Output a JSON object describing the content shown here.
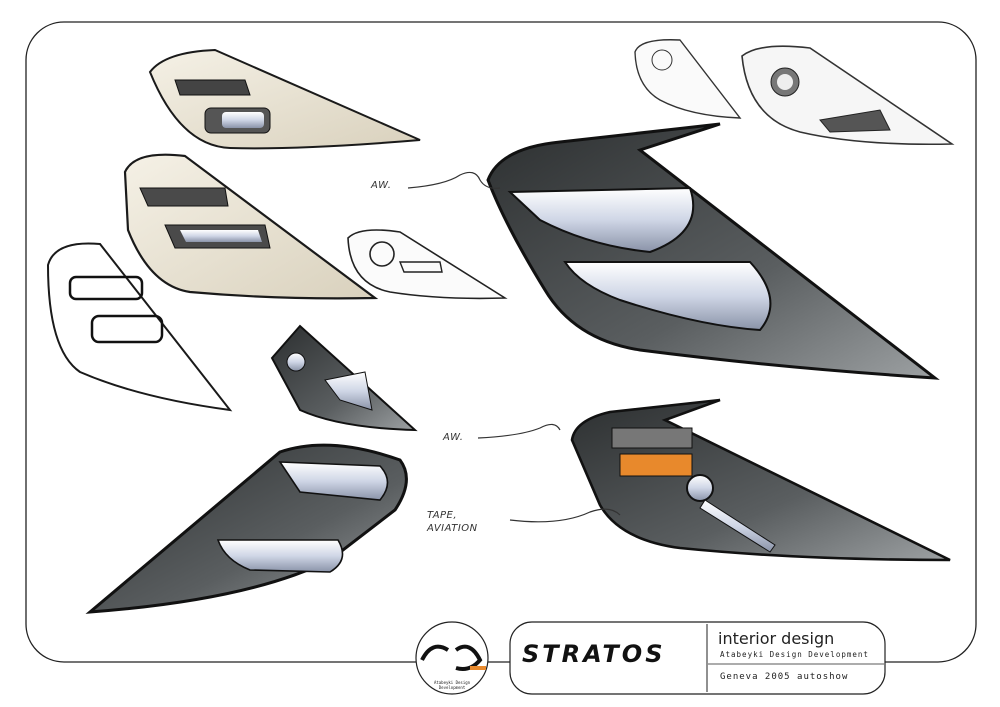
{
  "annotations": {
    "upper_note": "AW.",
    "lower_note": "AW.",
    "tape_note_line1": "TAPE,",
    "tape_note_line2": "AVIATION"
  },
  "title_block": {
    "logo_text": "AD",
    "logo_caption": "Atabeyki Design Development",
    "brand_wordmark": "STRATOS",
    "heading": "interior design",
    "subheading": "Atabeyki Design Development",
    "event": "Geneva 2005 autoshow"
  },
  "colors": {
    "ink": "#1a1a1a",
    "marker_dark": "#3a3d3e",
    "marker_mid": "#8c8f90",
    "panel_cream": "#e8e2d2",
    "chrome_blue": "#b9c3d8",
    "accent_orange": "#e8892c"
  }
}
